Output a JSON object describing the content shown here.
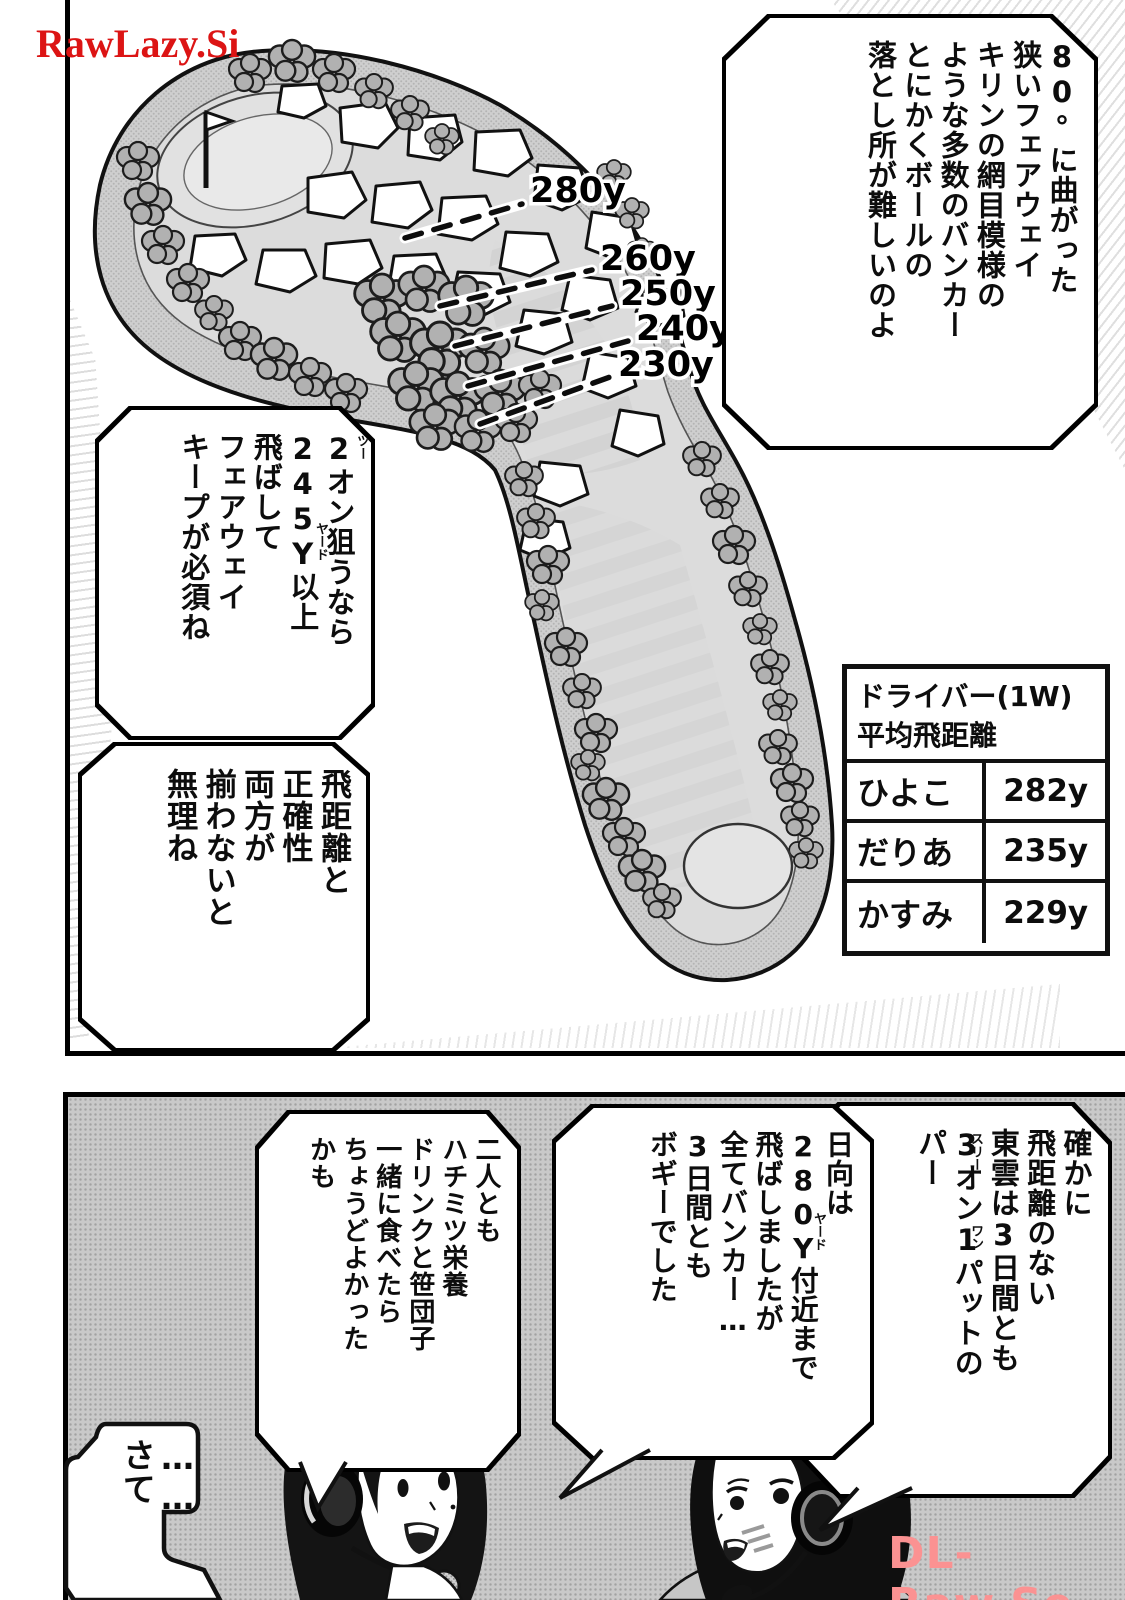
{
  "watermarks": {
    "top_left": "RawLazy.Si",
    "bottom_right": "DL-Raw.Se"
  },
  "colors": {
    "watermark_top": "#dc1414",
    "watermark_bottom": "#fb9292"
  },
  "panel1": {
    "map": {
      "distance_labels": [
        "280y",
        "260y",
        "250y",
        "240y",
        "230y"
      ]
    },
    "bubble_course": {
      "lines": [
        "80°に曲がった",
        "狭いフェアウェイ",
        "キリンの網目模様の",
        "ような多数のバンカー",
        "とにかくボールの",
        "落とし所が難しいのよ"
      ]
    },
    "bubble_aim": {
      "lines": [
        "2オン狙うなら",
        "245Y以上",
        "飛ばして",
        "フェアウェイ",
        "キープが必須ね"
      ],
      "furigana_two": "ツー",
      "furigana_yard": "ヤード"
    },
    "bubble_need": {
      "lines": [
        "飛距離と",
        "正確性",
        "両方が",
        "揃わないと",
        "無理ね"
      ]
    },
    "table": {
      "title_line1": "ドライバー(1W)",
      "title_line2": "平均飛距離",
      "rows": [
        {
          "name": "ひよこ",
          "dist": "282y"
        },
        {
          "name": "だりあ",
          "dist": "235y"
        },
        {
          "name": "かすみ",
          "dist": "229y"
        }
      ]
    }
  },
  "panel2": {
    "bubble_par": {
      "lines": [
        "確かに",
        "飛距離のない",
        "東雲は3日間とも",
        "3オン1パットの",
        "パー"
      ],
      "furigana_three": "スリー",
      "furigana_one": "ワン"
    },
    "bubble_hinata": {
      "lines": [
        "日向は",
        "280Y付近まで",
        "飛ばしましたが",
        "全てバンカー…",
        "3日間とも",
        "ボギーでした"
      ],
      "furigana_yard": "ヤード"
    },
    "bubble_honey": {
      "lines": [
        "二人とも",
        "ハチミツ栄養",
        "ドリンクと笹団子",
        "一緒に食べたら",
        "ちょうどよかった",
        "かも"
      ]
    },
    "bubble_sate": {
      "lines": [
        "……",
        "さて"
      ]
    }
  }
}
